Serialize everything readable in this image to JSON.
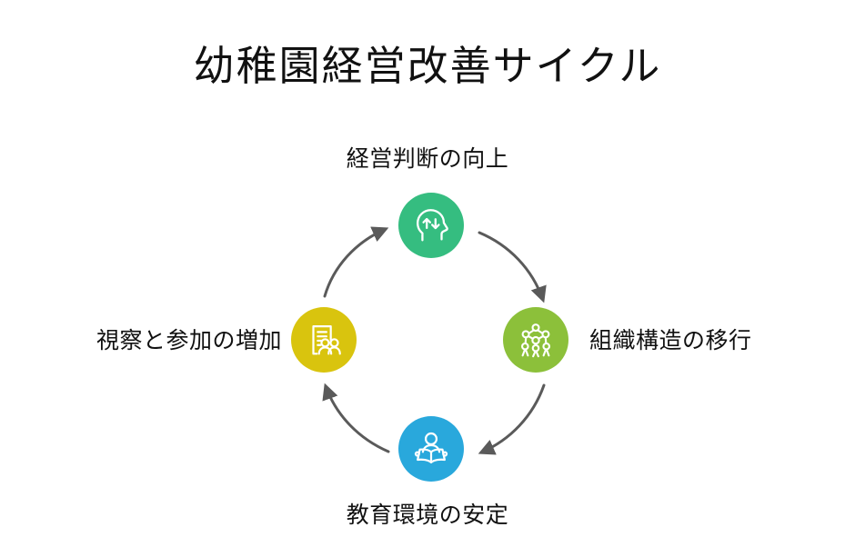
{
  "slide": {
    "title": "幼稚園経営改善サイクル",
    "background_color": "#ffffff",
    "text_color": "#111111"
  },
  "diagram": {
    "type": "cycle",
    "direction": "clockwise",
    "arrow_color": "#5a5a5a",
    "nodes": [
      {
        "position": "top",
        "label": "経営判断の向上",
        "color": "#35bd80",
        "icon": "head-with-up-down-arrows-icon"
      },
      {
        "position": "right",
        "label": "組織構造の移行",
        "color": "#8cc03a",
        "icon": "network-nodes-icon"
      },
      {
        "position": "bottom",
        "label": "教育環境の安定",
        "color": "#29a8dc",
        "icon": "person-reading-book-icon"
      },
      {
        "position": "left",
        "label": "視察と参加の増加",
        "color": "#d9c40e",
        "icon": "document-with-people-icon"
      }
    ],
    "arrows": [
      {
        "name": "arrow-left-to-top",
        "from": "left",
        "to": "top"
      },
      {
        "name": "arrow-top-to-right",
        "from": "top",
        "to": "right"
      },
      {
        "name": "arrow-right-to-bottom",
        "from": "right",
        "to": "bottom"
      },
      {
        "name": "arrow-bottom-to-left",
        "from": "bottom",
        "to": "left"
      }
    ]
  }
}
